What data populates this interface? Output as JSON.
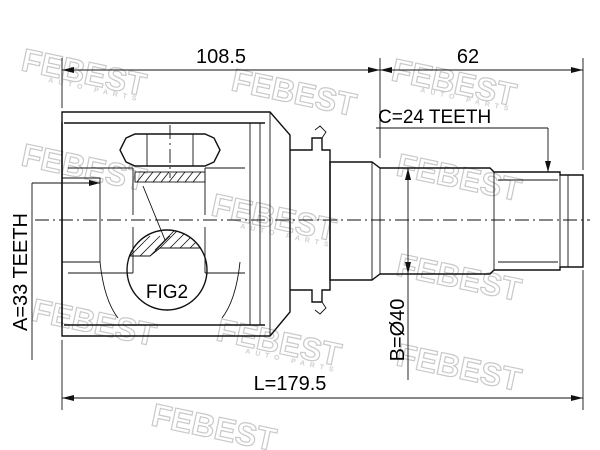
{
  "brand": {
    "watermark": "FEBEST",
    "watermark_sub": "AUTO PARTS"
  },
  "dimensions": {
    "housing_length": "108.5",
    "shaft_length": "62",
    "total_length": "L=179.5",
    "shaft_diameter": "B=Ø40"
  },
  "labels": {
    "outer_teeth": "C=24 TEETH",
    "inner_teeth": "A=33 TEETH",
    "detail": "FIG2"
  }
}
